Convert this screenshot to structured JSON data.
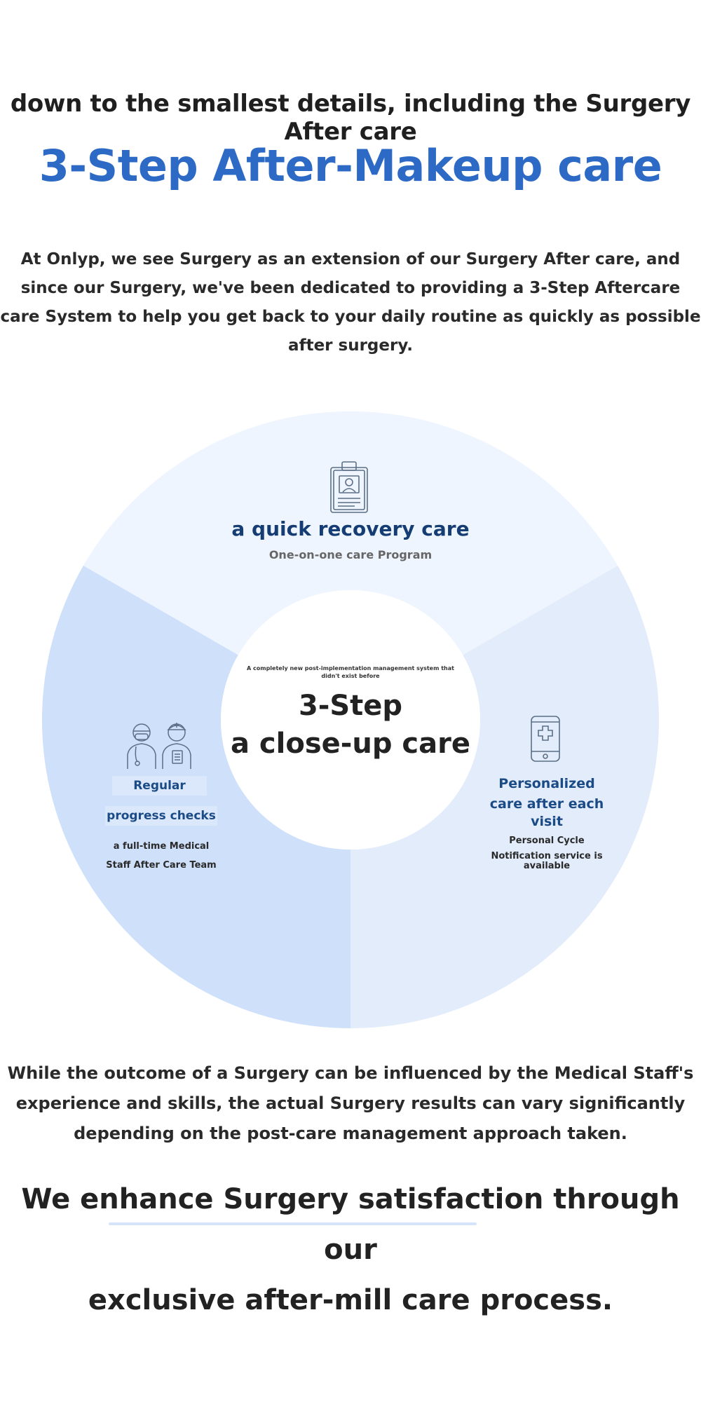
{
  "header": {
    "lead_line": "down to the smallest details, including the Surgery After care",
    "title": "3-Step After-Makeup care",
    "intro": "At Onlyp, we see Surgery as an extension of our Surgery After care, and since our Surgery, we've been dedicated to providing a 3-Step Aftercare care System to help you get back to your daily routine as quickly as possible after surgery."
  },
  "ring": {
    "colors": {
      "top_segment": "#eef5ff",
      "left_segment": "#cfe0fb",
      "right_segment": "#e2ecfb",
      "center": "#ffffff",
      "icon_stroke": "#5b6f86",
      "title_accent": "#2c6ac6",
      "segment_title": "#153d73"
    },
    "center": {
      "small_text": "A completely new post-implementation management system that didn't exist before",
      "line1": "3-Step",
      "line2": "a close-up care"
    },
    "top": {
      "icon": "clipboard-icon",
      "title": "a quick recovery care",
      "subtitle": "One-on-one care Program"
    },
    "left": {
      "icon": "medical-staff-icon",
      "title_line1": "Regular",
      "title_line2": "progress checks",
      "sub_line1": "a full-time Medical",
      "sub_line2": "Staff After Care Team"
    },
    "right": {
      "icon": "mobile-phone-icon",
      "title_line1": "Personalized",
      "title_line2": "care after each",
      "title_line3": "visit",
      "sub_line1": "Personal Cycle",
      "sub_line2": "Notification service is available"
    }
  },
  "footer": {
    "outcome": "While the outcome of a Surgery can be influenced by the Medical Staff's experience and skills, the actual Surgery results can vary significantly depending on the post-care management approach taken.",
    "enhance_line1": "We enhance Surgery satisfaction through our",
    "enhance_line2": "exclusive after-mill care process."
  }
}
